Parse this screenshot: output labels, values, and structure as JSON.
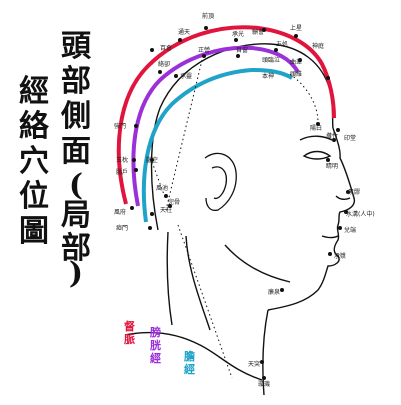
{
  "title": {
    "col1": [
      "頭",
      "部",
      "側",
      "面",
      "(",
      "局",
      "部",
      ")"
    ],
    "col2": [
      "經",
      "絡",
      "穴",
      "位",
      "圖"
    ]
  },
  "colors": {
    "governor": "#e0143c",
    "bladder": "#9b30d9",
    "gallbladder": "#1fa3c9",
    "outline": "#111111"
  },
  "meridians": {
    "governor": [
      "督",
      "脈"
    ],
    "bladder": [
      "膀",
      "胱",
      "經"
    ],
    "gallbladder": [
      "膽",
      "經"
    ]
  },
  "points": {
    "p1": "前頂",
    "p2": "通天",
    "p3": "承光",
    "p4": "顖會",
    "p5": "上星",
    "p6": "百會",
    "p7": "正營",
    "p8": "目窗",
    "p9": "五処",
    "p10": "神庭",
    "p11": "絡卻",
    "p12": "頭臨泣",
    "p13": "曲差",
    "p14": "承靈",
    "p15": "本神",
    "p16": "頭維",
    "p17": "陽白",
    "p18": "強門",
    "p19": "攢竹",
    "p20": "印堂",
    "p21": "腦空",
    "p22": "睛明",
    "p23": "玉枕",
    "p24": "腦戶",
    "p25": "素髎",
    "p26": "水溝(人中)",
    "p27": "風府",
    "p28": "天柱",
    "p29": "兌端",
    "p30": "瘂門",
    "p31": "完骨",
    "p32": "承漿",
    "p33": "風池",
    "p34": "廉泉",
    "p35": "天突",
    "p36": "璇璣"
  }
}
